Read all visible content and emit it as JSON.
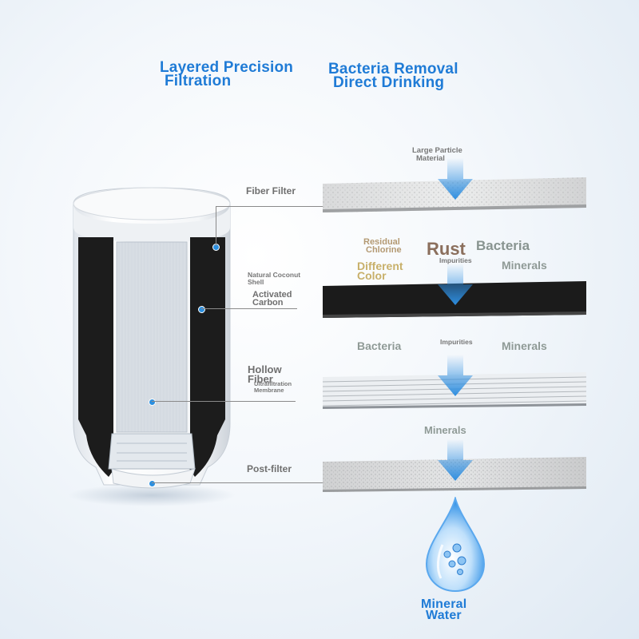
{
  "headlines": {
    "left": [
      "Layered Precision",
      "Filtration"
    ],
    "right": [
      "Bacteria Removal",
      "Direct Drinking"
    ]
  },
  "layers": {
    "fiber": {
      "label": "Fiber Filter",
      "input": [
        "Large Particle",
        "Material"
      ]
    },
    "carbon": {
      "label_small": [
        "Natural Coconut",
        "Shell"
      ],
      "label": [
        "Activated",
        "Carbon"
      ],
      "residual_chlorine": [
        "Residual",
        "Chlorine"
      ],
      "rust": "Rust",
      "impurities": "Impurities",
      "bacteria": "Bacteria",
      "different_color": [
        "Different",
        "Color"
      ],
      "minerals": "Minerals"
    },
    "hollow": {
      "label": [
        "Hollow",
        "Fiber"
      ],
      "label_small": [
        "Ultrafiltration",
        "Membrane"
      ],
      "bacteria": "Bacteria",
      "impurities": "Impurities",
      "minerals": "Minerals"
    },
    "post": {
      "label": "Post-filter",
      "minerals": "Minerals"
    }
  },
  "output": [
    "Mineral",
    "Water"
  ],
  "colors": {
    "headline": "#1f7bd6",
    "arrow": "#2e8ee0",
    "dot": "#2b8fe0",
    "carbon": "#1b1b1b"
  }
}
